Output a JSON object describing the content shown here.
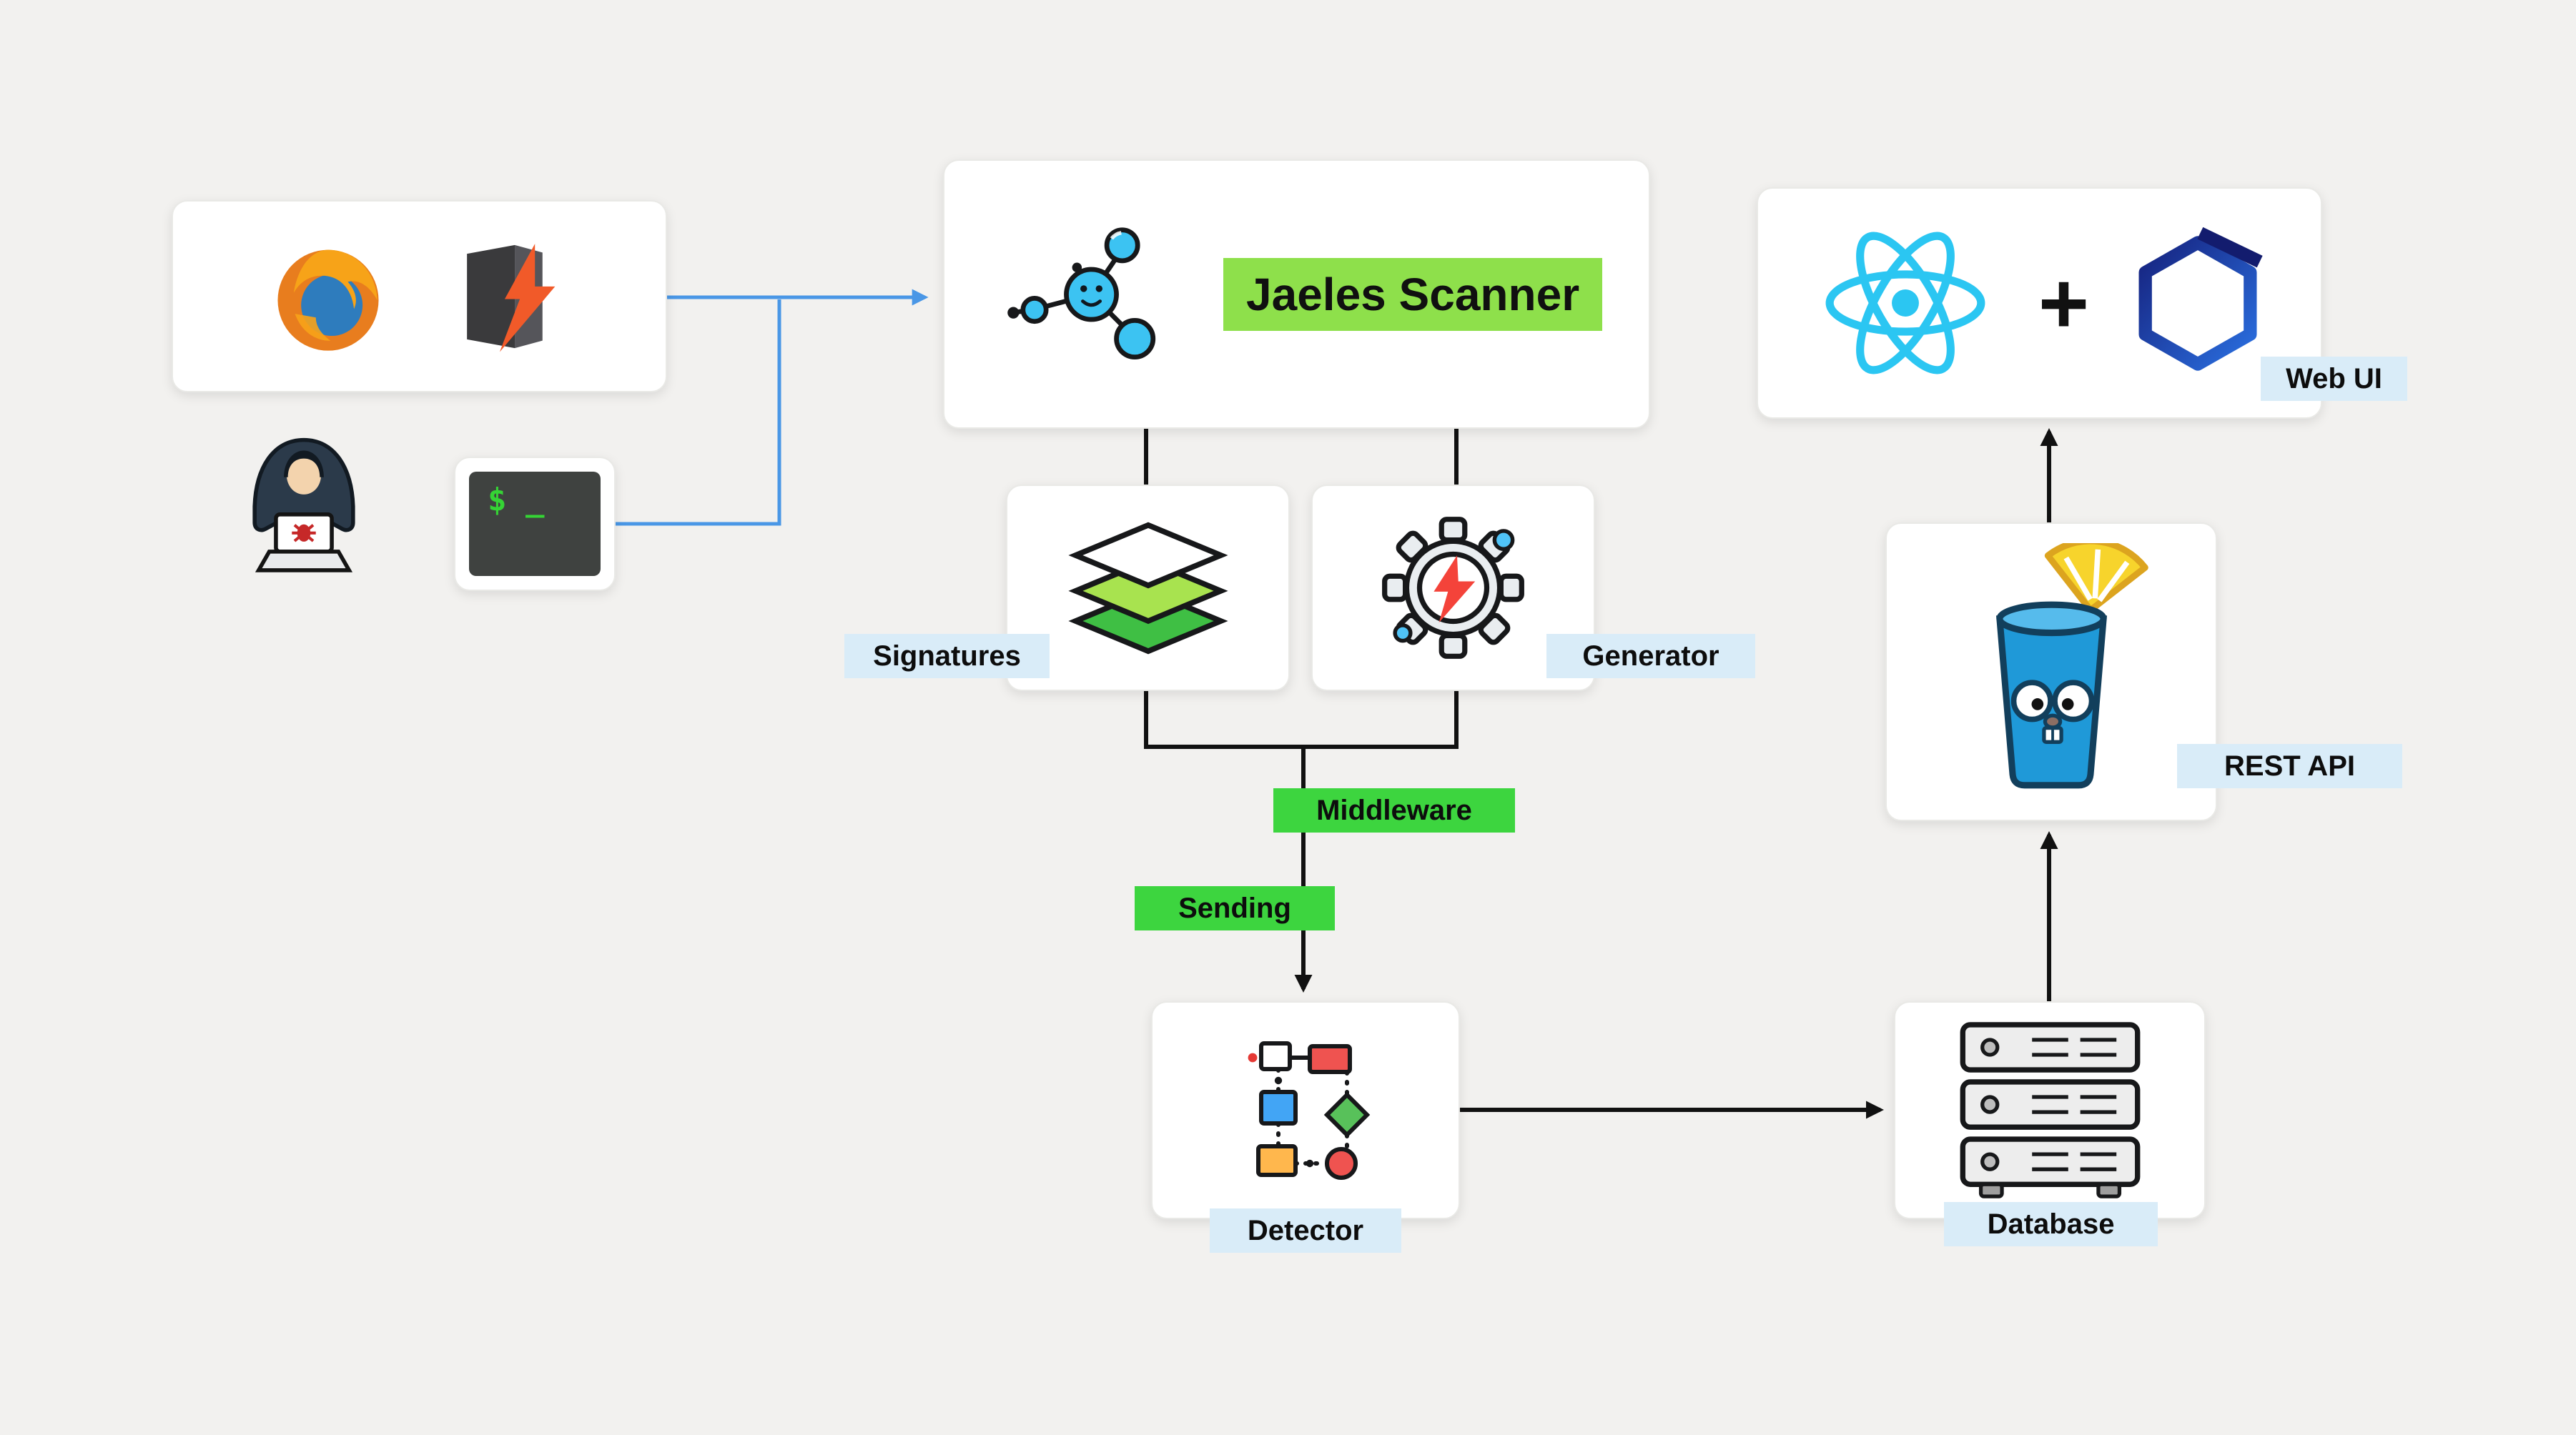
{
  "colors": {
    "bg": "#f2f1ef",
    "card": "#ffffff",
    "green-highlight": "#8ee04b",
    "green-label": "#3dd53f",
    "blue-label": "#d9ecf8",
    "arrow-blue": "#4a97e6",
    "arrow-black": "#111111",
    "terminal-green": "#35d435",
    "react-cyan": "#2bc6f2"
  },
  "scanner": {
    "title": "Jaeles Scanner"
  },
  "terminal": {
    "prompt": "$ _"
  },
  "web_ui": {
    "plus": "+"
  },
  "labels": {
    "signatures": "Signatures",
    "generator": "Generator",
    "middleware": "Middleware",
    "sending": "Sending",
    "detector": "Detector",
    "database": "Database",
    "rest_api": "REST API",
    "web_ui": "Web UI"
  },
  "icons": {
    "firefox-icon": "Firefox browser logo",
    "burpsuite-icon": "Burp Suite proxy logo",
    "hacker-icon": "hooded hacker with laptop and bug",
    "terminal-icon": "shell terminal window",
    "jaeles-molecule-icon": "molecule node graph with smiley node",
    "layers-icon": "stacked signature sheets",
    "gear-lightning-icon": "gear with lightning bolt",
    "flowchart-icon": "decision flowchart shapes",
    "server-stack-icon": "stack of three servers",
    "gopher-glass-icon": "Go gopher in blue glass with lemon slice",
    "react-icon": "React atom logo",
    "plus-icon": "plus sign",
    "hexagon-logo-icon": "blue gradient hexagon logo"
  },
  "edges": [
    {
      "from": "browser-burp",
      "to": "jaeles-scanner",
      "style": "blue-arrow"
    },
    {
      "from": "hacker-terminal",
      "to": "jaeles-scanner",
      "style": "blue-elbow"
    },
    {
      "from": "jaeles-scanner",
      "to": "signatures",
      "style": "black-line"
    },
    {
      "from": "jaeles-scanner",
      "to": "generator",
      "style": "black-line"
    },
    {
      "from": "signatures-generator",
      "to": "detector",
      "via": [
        "Middleware",
        "Sending"
      ],
      "style": "black-arrow"
    },
    {
      "from": "detector",
      "to": "database",
      "style": "black-arrow"
    },
    {
      "from": "database",
      "to": "rest-api",
      "style": "black-arrow"
    },
    {
      "from": "rest-api",
      "to": "web-ui",
      "style": "black-arrow"
    }
  ]
}
